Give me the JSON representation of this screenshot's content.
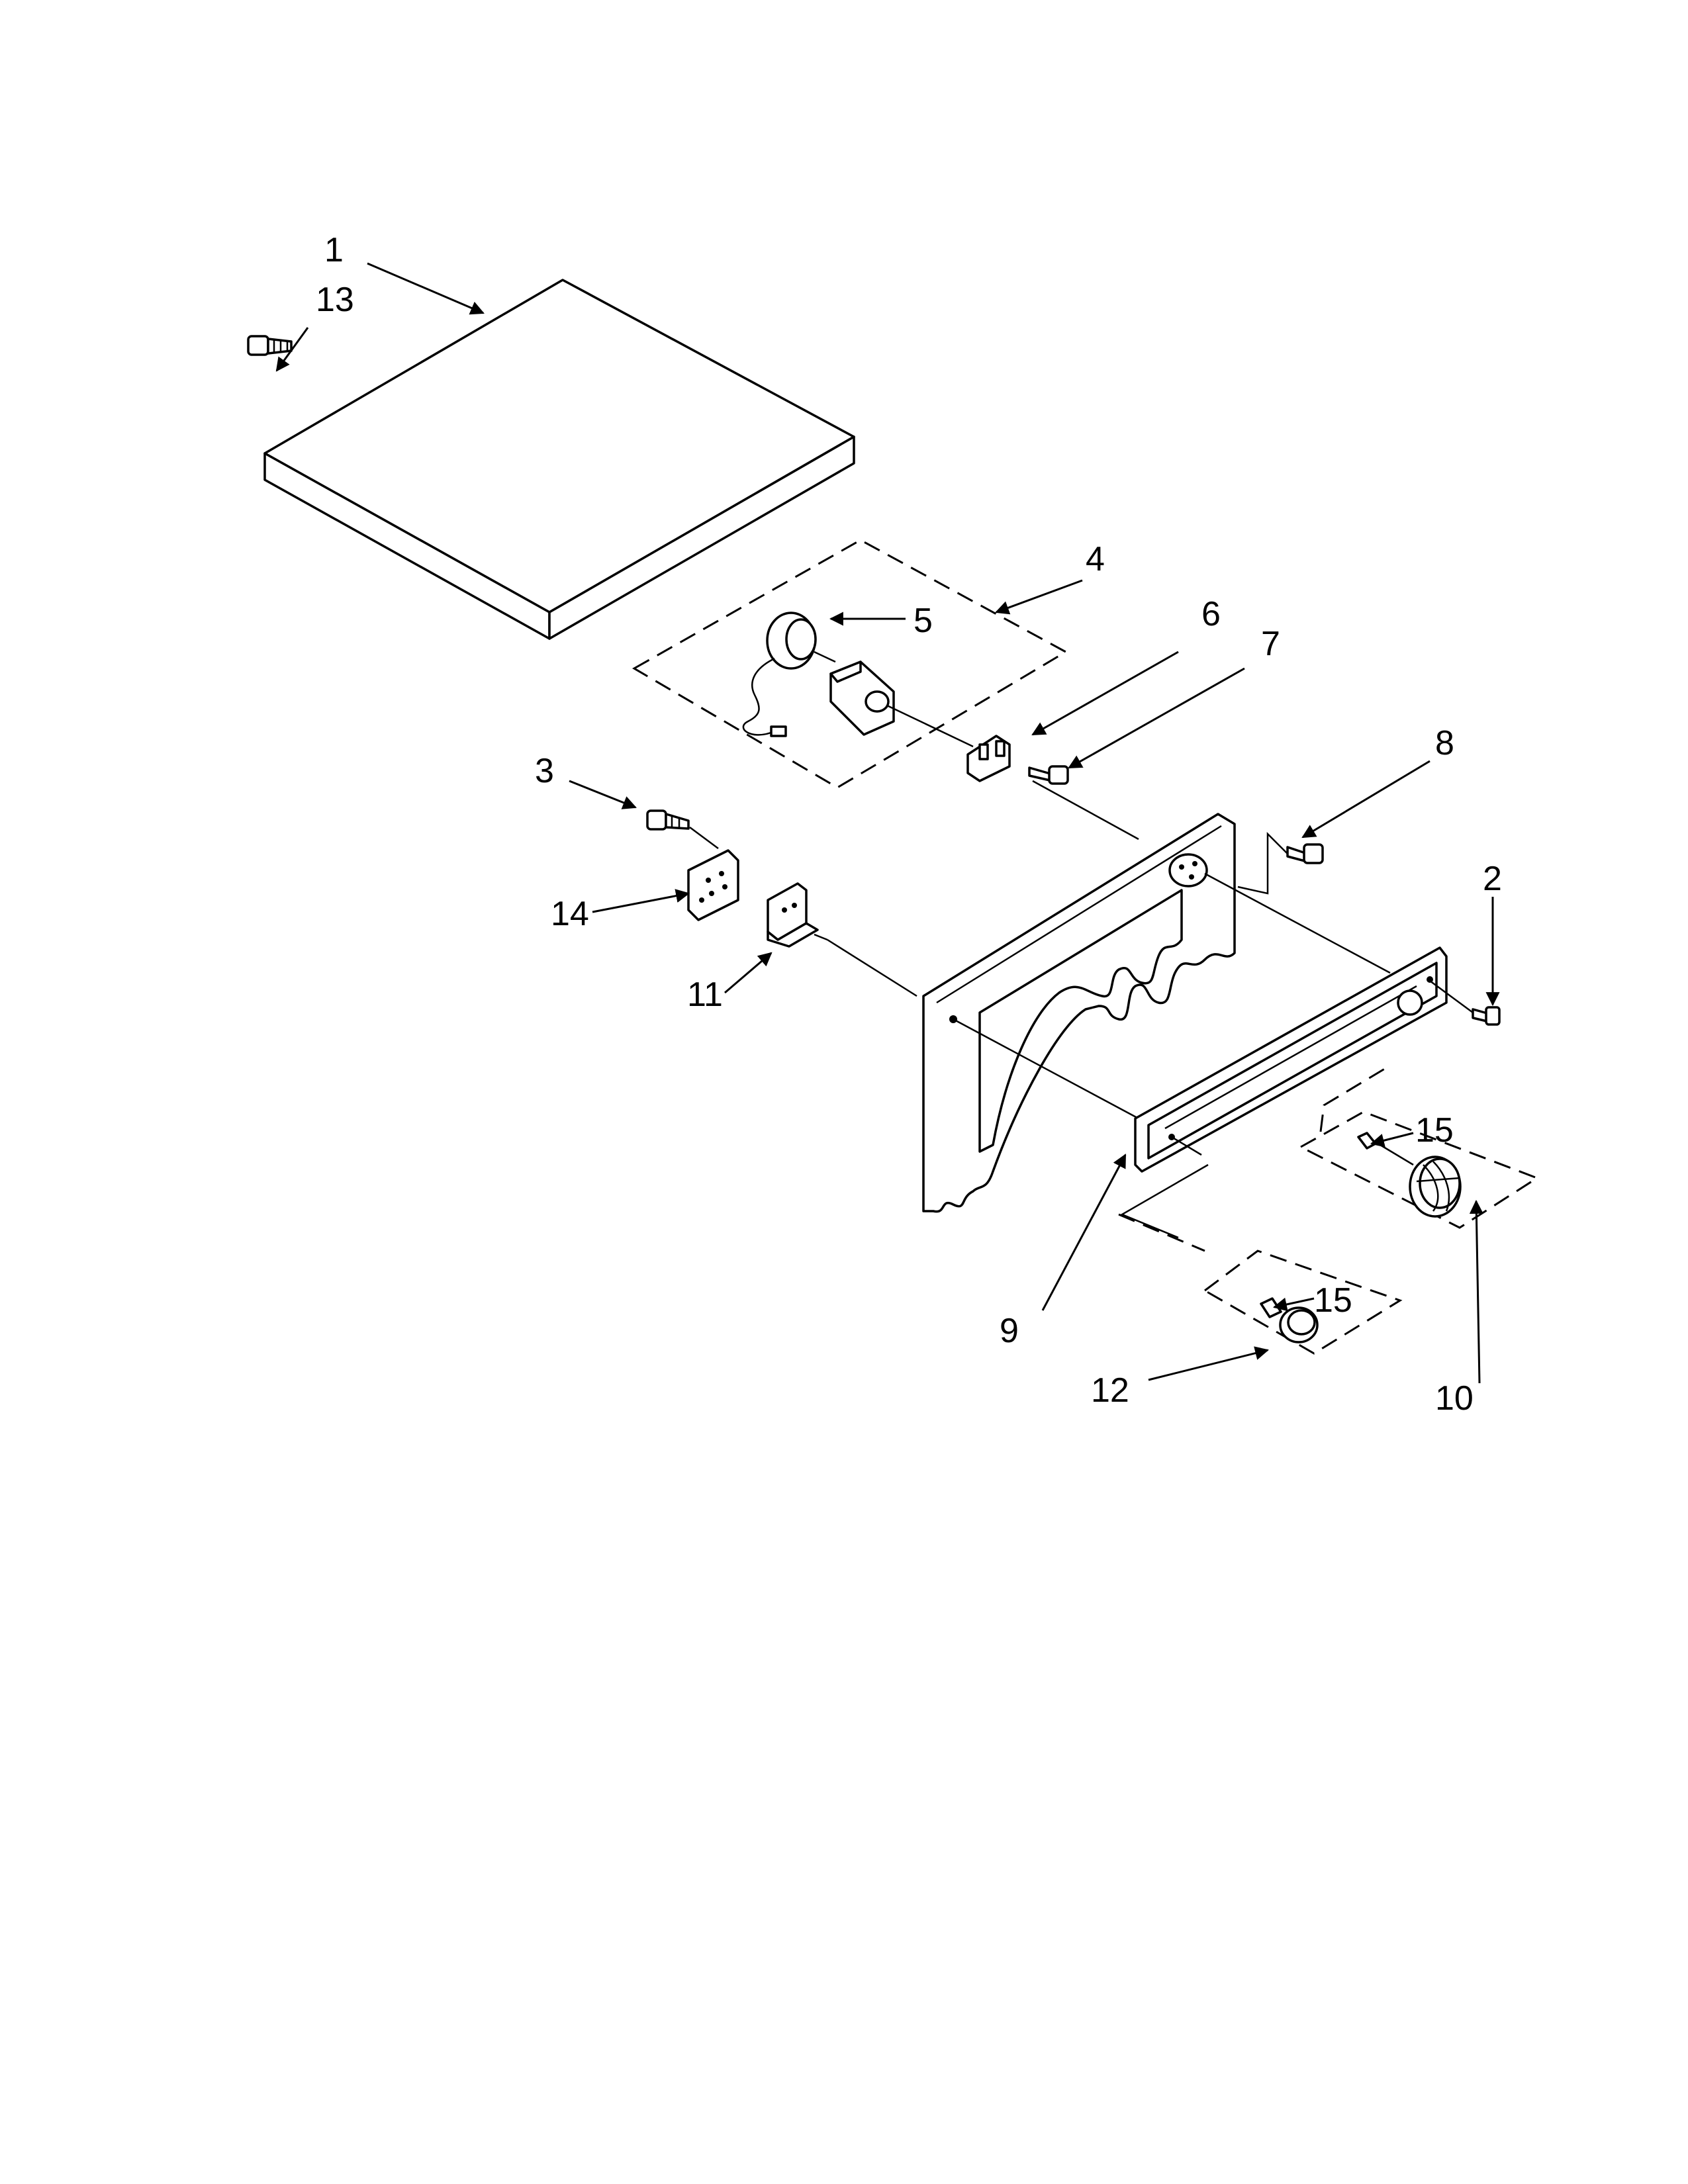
{
  "callouts": [
    {
      "id": "1",
      "text": "1"
    },
    {
      "id": "2",
      "text": "2"
    },
    {
      "id": "3",
      "text": "3"
    },
    {
      "id": "4",
      "text": "4"
    },
    {
      "id": "5",
      "text": "5"
    },
    {
      "id": "6",
      "text": "6"
    },
    {
      "id": "7",
      "text": "7"
    },
    {
      "id": "8",
      "text": "8"
    },
    {
      "id": "9",
      "text": "9"
    },
    {
      "id": "10",
      "text": "10"
    },
    {
      "id": "11",
      "text": "11"
    },
    {
      "id": "12",
      "text": "12"
    },
    {
      "id": "13",
      "text": "13"
    },
    {
      "id": "14",
      "text": "14"
    },
    {
      "id": "15a",
      "text": "15"
    },
    {
      "id": "15b",
      "text": "15"
    }
  ],
  "colors": {
    "line": "#000000",
    "background": "#ffffff"
  }
}
